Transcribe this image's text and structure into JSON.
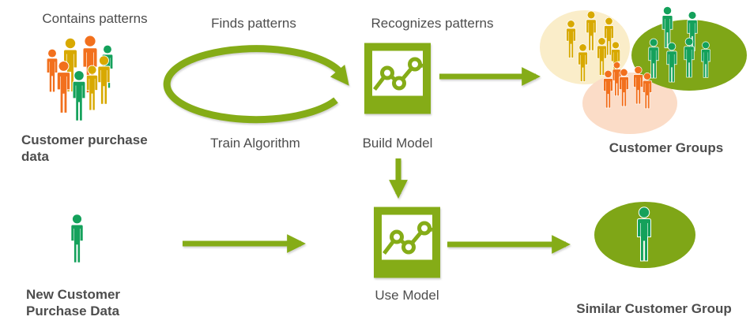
{
  "diagram": {
    "top_row": {
      "source": {
        "caption": "Contains patterns",
        "label": "Customer purchase data"
      },
      "train": {
        "caption": "Finds patterns",
        "label": "Train Algorithm"
      },
      "build": {
        "caption": "Recognizes patterns",
        "label": "Build Model"
      },
      "result": {
        "label": "Customer Groups"
      }
    },
    "bottom_row": {
      "source": {
        "label": "New Customer Purchase Data"
      },
      "use": {
        "label": "Use Model"
      },
      "result": {
        "label": "Similar Customer Group"
      }
    },
    "icons": {
      "people-group-icon": "overlapping crowd of person glyphs (orange, gold, green)",
      "train-cycle-icon": "green elliptical cycle arrow",
      "model-chart-icon": "green framed line-chart (model) icon",
      "arrow-right-icon": "green right arrow",
      "arrow-down-icon": "green down arrow",
      "customer-clusters-icon": "three overlapping ellipses with grouped people",
      "person-icon": "single green person glyph",
      "similar-group-ellipse-icon": "green ellipse with one person"
    },
    "colors": {
      "accent_green": "#85ac17",
      "cluster_green": "#7fa617",
      "person_green": "#14a15b",
      "person_orange": "#f2701d",
      "person_gold": "#d8a900",
      "cluster_cream": "#faedc9",
      "cluster_pink": "#fbdcc7",
      "text": "#4d4d4d",
      "background": "#ffffff"
    }
  }
}
